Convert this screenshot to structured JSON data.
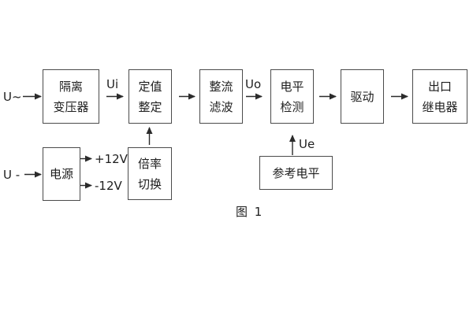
{
  "blocks": {
    "isolation_transformer": {
      "lines": [
        "隔离",
        "变压器"
      ]
    },
    "setting_adjustment": {
      "lines": [
        "定值",
        "整定"
      ]
    },
    "rectifier_filter": {
      "lines": [
        "整流",
        "滤波"
      ]
    },
    "level_detection": {
      "lines": [
        "电平",
        "检测"
      ]
    },
    "driver": {
      "lines": [
        "驱动"
      ]
    },
    "output_relay": {
      "lines": [
        "出口",
        "继电器"
      ]
    },
    "power_supply": {
      "lines": [
        "电源"
      ]
    },
    "ratio_switch": {
      "lines": [
        "倍率",
        "切换"
      ]
    },
    "reference_level": {
      "lines": [
        "参考电平"
      ]
    }
  },
  "labels": {
    "input_ac": "U~",
    "input_dc": "U -",
    "signal_ui": "Ui",
    "signal_uo": "Uo",
    "signal_ue": "Ue",
    "rail_pos": "+12V",
    "rail_neg": "-12V",
    "caption": "图 1"
  },
  "colors": {
    "background": "#ffffff",
    "box_border": "#4b4b4b",
    "wire": "#2b2b2b",
    "text": "#1e1e1e"
  }
}
